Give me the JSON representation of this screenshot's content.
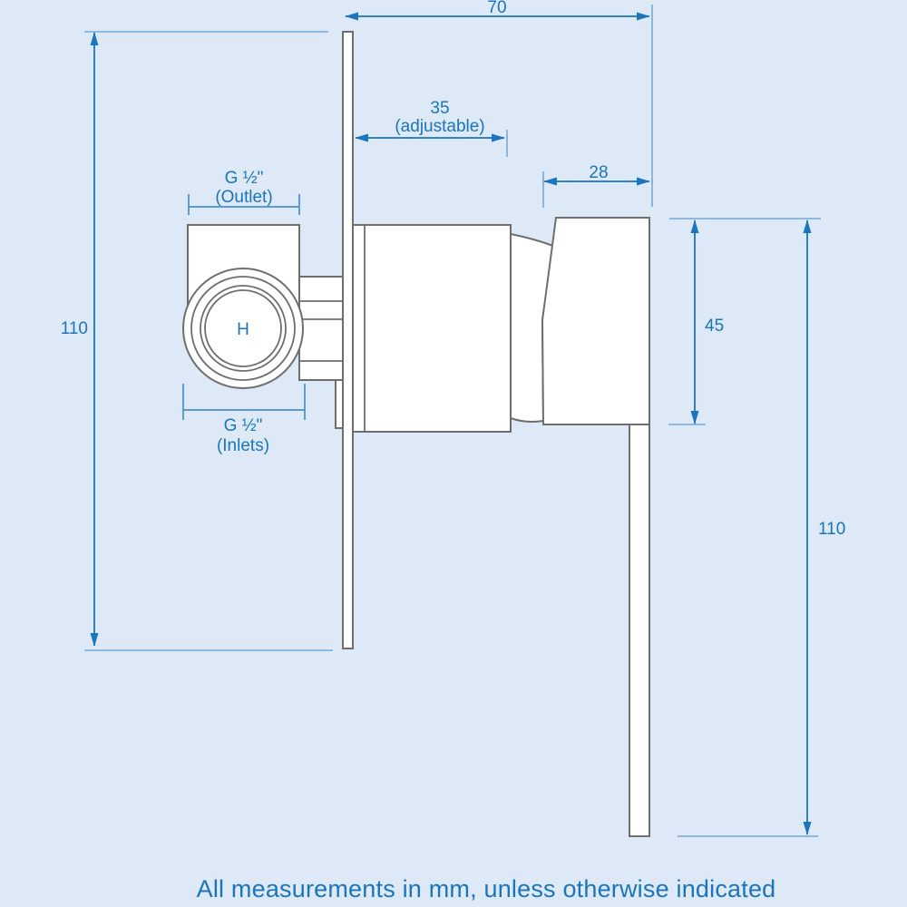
{
  "note": "All measurements in mm, unless otherwise indicated",
  "colors": {
    "background": "#dde9f6",
    "dimension_blue": "#1b75bc",
    "extension_blue": "#74a9d8",
    "tick_blue": "#4a8fcb",
    "outline_gray": "#6e6e6e",
    "shape_fill": "#ffffff"
  },
  "dimensions": {
    "plate_width": "70",
    "valve_depth": "35",
    "valve_depth_note": "(adjustable)",
    "handle_depth": "28",
    "plate_height": "110",
    "handle_height": "45",
    "lever_reach": "110"
  },
  "connections": {
    "outlet_size": "G ½\"",
    "outlet_label": "(Outlet)",
    "inlet_size": "G ½\"",
    "inlet_label": "(Inlets)",
    "hot_marker": "H"
  }
}
